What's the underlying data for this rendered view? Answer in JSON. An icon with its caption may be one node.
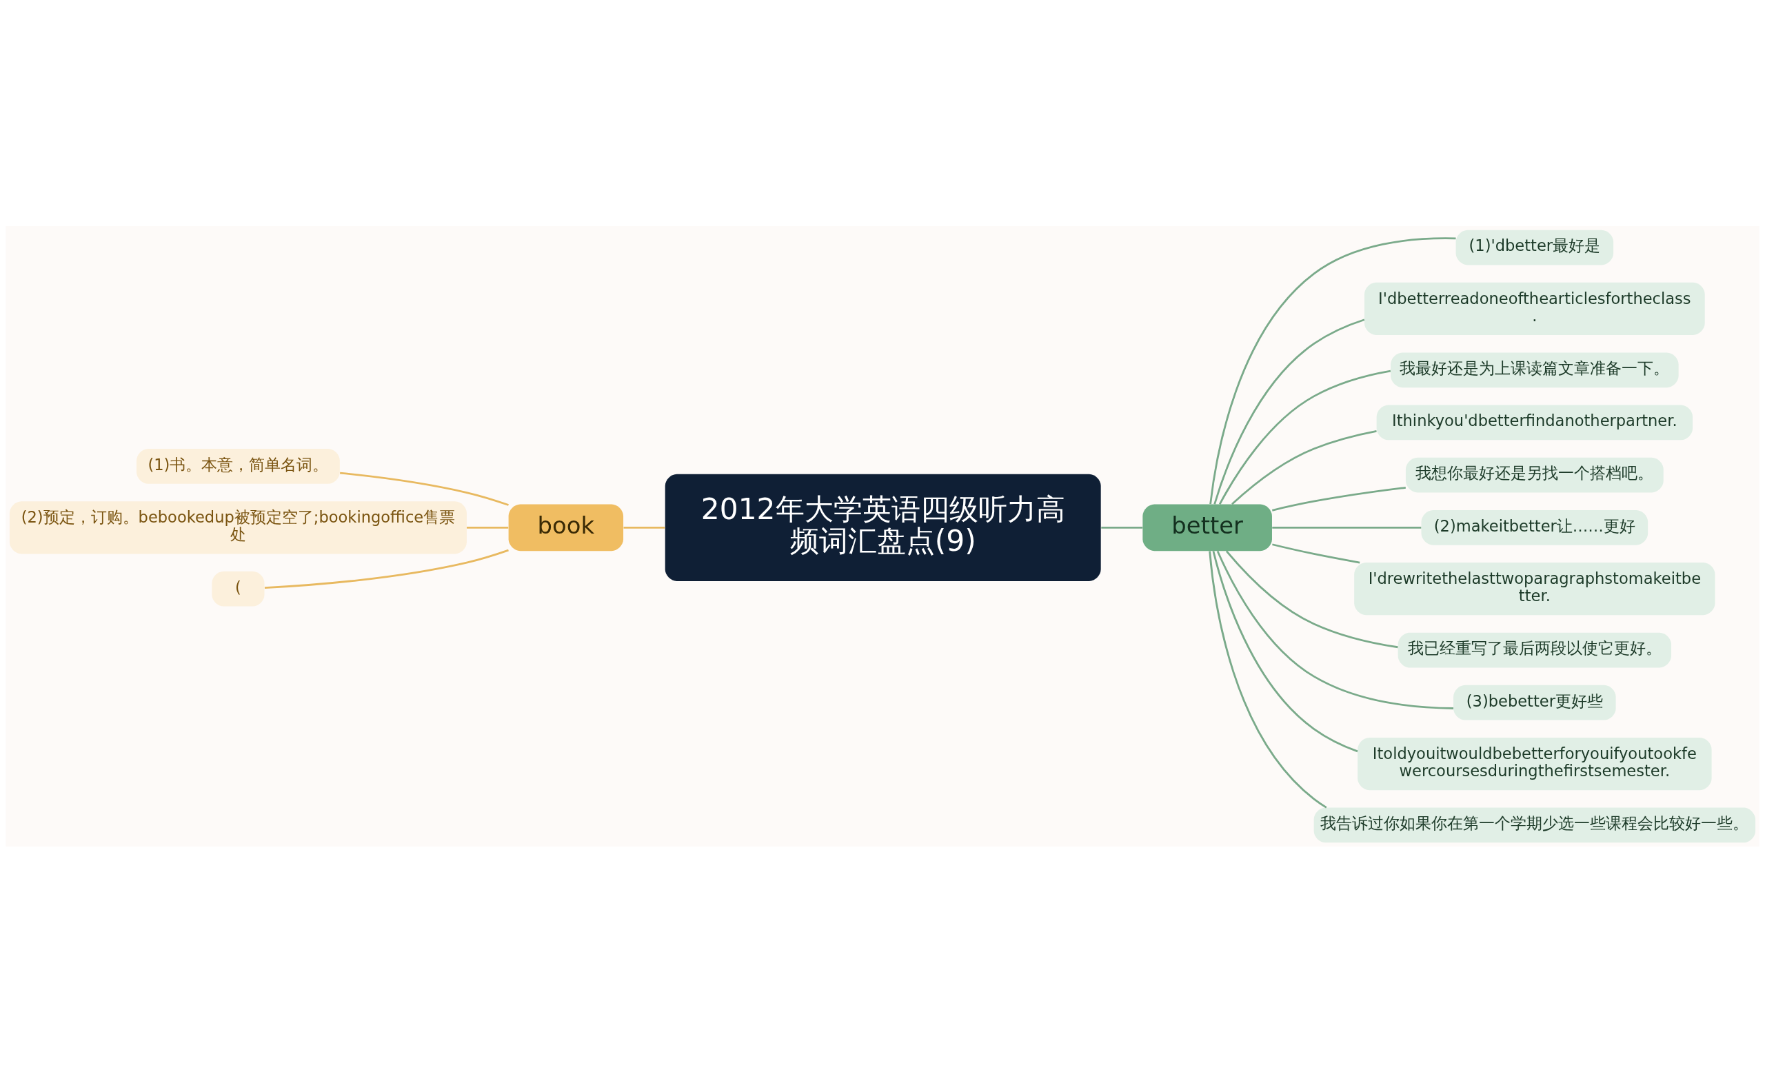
{
  "diagram": {
    "nodes": [
      {
        "text": [
          "2012年大学英语四级听力高频词汇盘点(9)"
        ]
      },
      {
        "text": [
          "book"
        ]
      },
      {
        "text": [
          "better"
        ]
      },
      {
        "text": [
          "(1)书。本意，简单名词。"
        ]
      },
      {
        "text": [
          "(2)预定，订购。bebookedup被预定空了;bookingoffice售票处"
        ]
      },
      {
        "text": [
          "("
        ]
      },
      {
        "text": [
          "(1)'dbetter最好是"
        ]
      },
      {
        "text": [
          "I'dbetterreadoneofthearticlesfortheclass."
        ]
      },
      {
        "text": [
          "我最好还是为上课读篇文章准备一下。"
        ]
      },
      {
        "text": [
          "Ithinkyou'dbetterfindanotherpartner."
        ]
      },
      {
        "text": [
          "我想你最好还是另找一个搭档吧。"
        ]
      },
      {
        "text": [
          "(2)makeitbetter让……更好"
        ]
      },
      {
        "text": [
          "I'drewritethelasttwoparagraphstomakeitbetter."
        ]
      },
      {
        "text": [
          "我已经重写了最后两段以使它更好。"
        ]
      },
      {
        "text": [
          "(3)bebetter更好些"
        ]
      },
      {
        "text": [
          "Itoldyouitwouldbebetterforyouifyoutookfewercoursesduringthefirstsemester."
        ]
      },
      {
        "text": [
          "我告诉过你如果你在第一个学期少选一些课程会比较好一些。"
        ]
      }
    ],
    "edges": [
      {
        "from": 0,
        "to": 1,
        "arrow": "none",
        "color": "#e8b960"
      },
      {
        "from": 0,
        "to": 2,
        "arrow": "none"
      },
      {
        "from": 1,
        "to": 3,
        "arrow": "none",
        "color": "#e8b960"
      },
      {
        "from": 1,
        "to": 4,
        "arrow": "none",
        "color": "#e8b960"
      },
      {
        "from": 1,
        "to": 5,
        "arrow": "none",
        "color": "#e8b960"
      },
      {
        "from": 2,
        "to": 6,
        "arrow": "none"
      },
      {
        "from": 2,
        "to": 7,
        "arrow": "none"
      },
      {
        "from": 2,
        "to": 8,
        "arrow": "none"
      },
      {
        "from": 2,
        "to": 9,
        "arrow": "none"
      },
      {
        "from": 2,
        "to": 10,
        "arrow": "none"
      },
      {
        "from": 2,
        "to": 11,
        "arrow": "none"
      },
      {
        "from": 2,
        "to": 12,
        "arrow": "none"
      },
      {
        "from": 2,
        "to": 13,
        "arrow": "none"
      },
      {
        "from": 2,
        "to": 14,
        "arrow": "none"
      },
      {
        "from": 2,
        "to": 15,
        "arrow": "none"
      },
      {
        "from": 2,
        "to": 16,
        "arrow": "none"
      }
    ]
  }
}
